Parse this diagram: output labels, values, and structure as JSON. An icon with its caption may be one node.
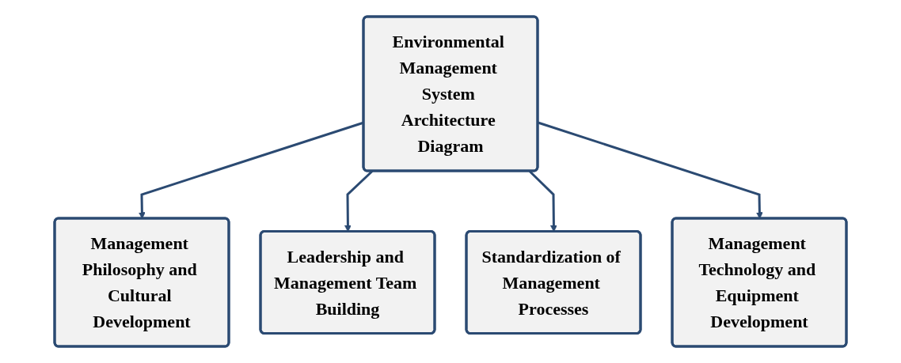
{
  "diagram": {
    "nodes": [
      {
        "text": [
          "Environmental Management System Architecture Diagram"
        ]
      },
      {
        "text": [
          "Management Philosophy and Cultural Development"
        ]
      },
      {
        "text": [
          "Leadership and Management Team Building"
        ]
      },
      {
        "text": [
          "Standardization of Management Processes"
        ]
      },
      {
        "text": [
          "Management Technology and Equipment Development"
        ]
      }
    ],
    "edges": [
      {
        "from": 0,
        "to": 1,
        "arrow": "to"
      },
      {
        "from": 0,
        "to": 2,
        "arrow": "to"
      },
      {
        "from": 0,
        "to": 3,
        "arrow": "to"
      },
      {
        "from": 0,
        "to": 4,
        "arrow": "to"
      }
    ]
  }
}
